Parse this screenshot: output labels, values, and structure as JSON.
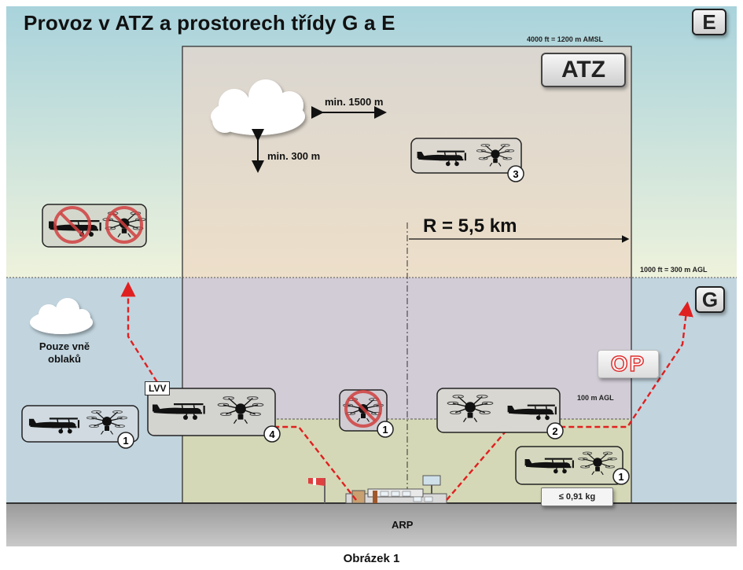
{
  "diagram": {
    "title": "Provoz v ATZ a prostorech třídy G a E",
    "class_e_label": "E",
    "class_g_label": "G",
    "atz_label": "ATZ",
    "op_label": "OP",
    "lvv_label": "LVV",
    "arp_label": "ARP",
    "upper_limit_label": "4000 ft = 1200 m AMSL",
    "g_ceiling_label": "1000 ft = 300 m AGL",
    "agl_100_label": "100 m AGL",
    "horizontal_distance_label": "min. 1500 m",
    "vertical_distance_label": "min. 300 m",
    "radius_label": "R = 5,5 km",
    "cloud_note_line1": "Pouze vně",
    "cloud_note_line2": "oblaků",
    "weight_label": "≤ 0,91 kg",
    "numbers": [
      "1",
      "2",
      "3",
      "4"
    ],
    "caption": "Obrázek 1",
    "colors": {
      "class_e_sky": "#c9dfe3",
      "class_g_sky": "#c7d6de",
      "atz_upper": "#ece2d2",
      "atz_lower": "#d2cdd4",
      "low_zone": "#d7d9b6",
      "ground": "#b7b7b7",
      "route": "#e02020"
    }
  }
}
